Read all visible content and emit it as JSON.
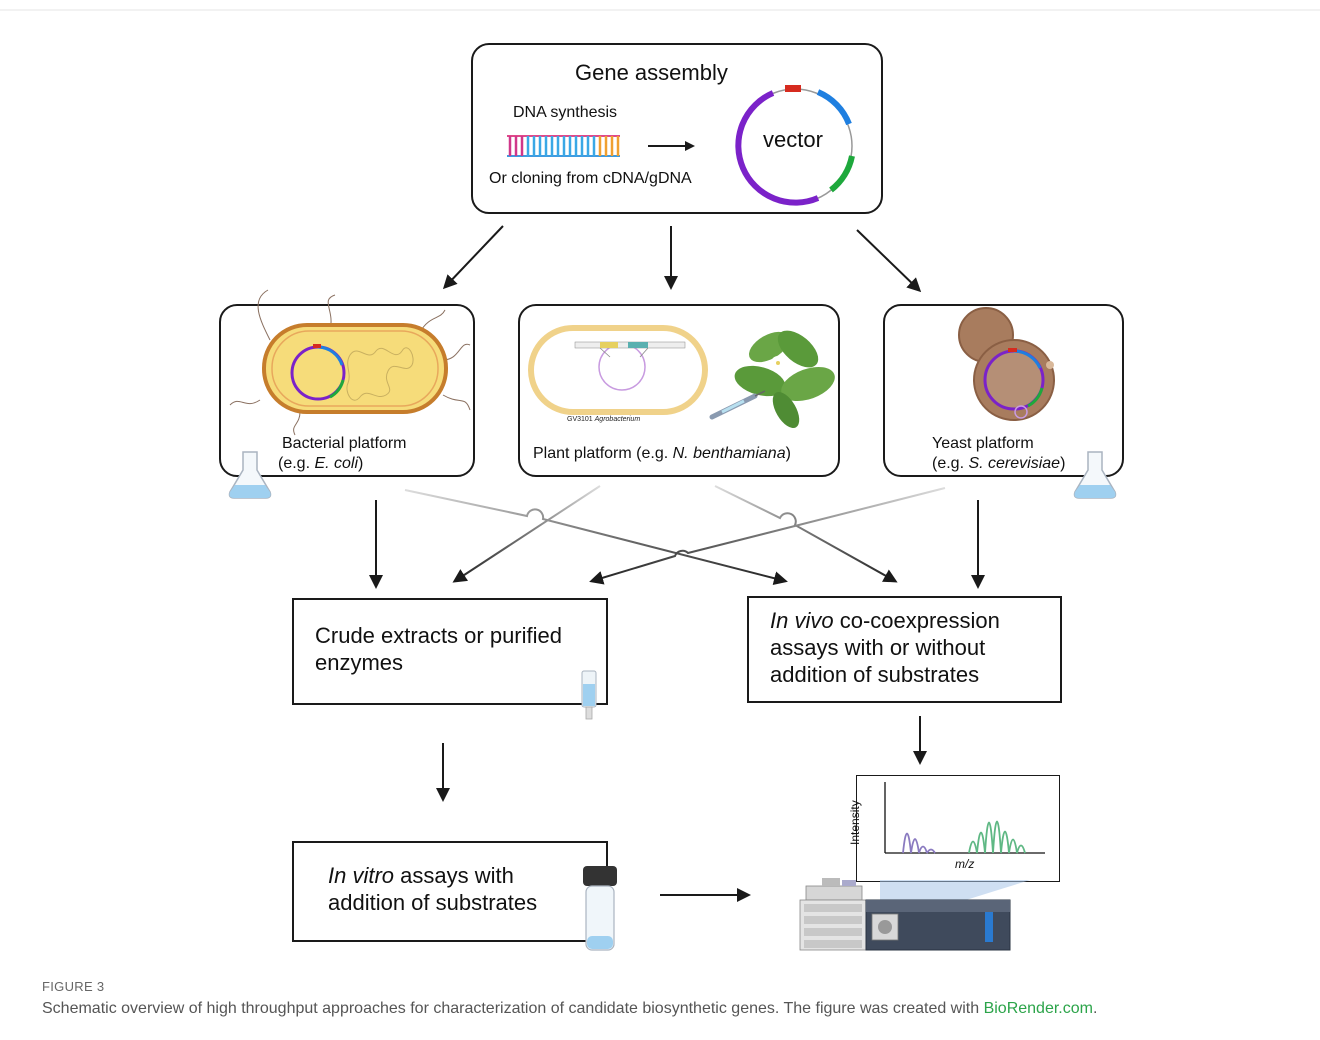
{
  "figure": {
    "gene_assembly": {
      "title": "Gene assembly",
      "dna_synthesis": "DNA synthesis",
      "cloning": "Or cloning from cDNA/gDNA",
      "vector": "vector"
    },
    "bacterial": {
      "vector": "vector",
      "label_line1": "Bacterial platform",
      "label_prefix": "(e.g. ",
      "label_italic": "E. coli",
      "label_suffix": ")"
    },
    "plant": {
      "binary_vector": "Binary vector",
      "strain_prefix": "GV3101 ",
      "strain_italic": "Agrobacterium",
      "label_prefix": "Plant platform (e.g. ",
      "label_italic": "N. benthamiana",
      "label_suffix": ")"
    },
    "yeast": {
      "vector": "vector",
      "label_line1": "Yeast platform",
      "label_prefix": "(e.g. ",
      "label_italic": "S. cerevisiae",
      "label_suffix": ")"
    },
    "crude": {
      "line1": "Crude extracts or purified",
      "line2": "enzymes"
    },
    "invivo": {
      "italic": "In vivo",
      "line1_rest": " co-coexpression",
      "line2": "assays with or without",
      "line3": "addition of substrates"
    },
    "invitro": {
      "italic": "In vitro",
      "line1_rest": " assays with",
      "line2": "addition of substrates"
    },
    "spectrum": {
      "ylabel": "Intensity",
      "xlabel": "m/z"
    }
  },
  "caption": {
    "label": "FIGURE 3",
    "text": "Schematic overview of high throughput approaches for characterization of candidate biosynthetic genes. The figure was created with ",
    "link": "BioRender.com",
    "end": "."
  },
  "colors": {
    "border": "#1a1a1a",
    "plasmid_purple": "#7b22c9",
    "plasmid_blue": "#1f7fe0",
    "plasmid_green": "#1ea83c",
    "plasmid_red": "#d62b1f",
    "bacterium_fill": "#f6dc7a",
    "yeast_fill": "#a87c5e",
    "leaf_green": "#5a9a3a",
    "spectrum_purple": "#8a7ac0",
    "spectrum_green": "#5fb884",
    "link_green": "#2ca44a"
  }
}
